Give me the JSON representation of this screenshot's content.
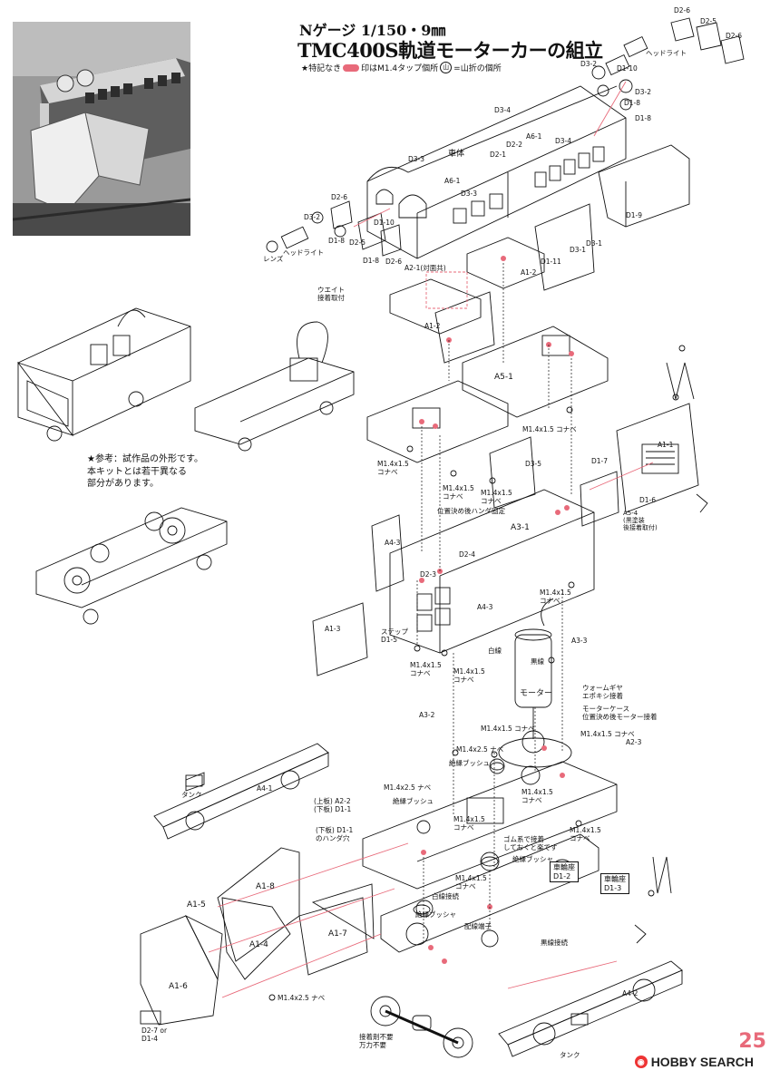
{
  "header": {
    "gauge": "Nゲージ 1/150・9㎜",
    "title": "TMC400S軌道モーターカーの組立",
    "note_prefix": "★特記なき",
    "note_mid": "印はM1.4タップ個所",
    "fold_symbol": "山",
    "note_suffix": "=山折の個所"
  },
  "reference_note": "★参考：試作品の外形です。\n本キットとは若干異なる\n部分があります。",
  "labels": {
    "d2_6_a": "D2-6",
    "d2_5_a": "D2-5",
    "d2_6_b": "D2-6",
    "headlight_r": "ヘッドライト",
    "d3_2_a": "D3-2",
    "d1_10_a": "D1-10",
    "d3_2_b": "D3-2",
    "d1_8_a": "D1-8",
    "d1_8_b": "D1-8",
    "d3_4_a": "D3-4",
    "d3_4_b": "D3-4",
    "body": "車体",
    "d3_3_a": "D3-3",
    "d3_3_b": "D3-3",
    "d2_1": "D2-1",
    "d2_2": "D2-2",
    "a6_1_a": "A6-1",
    "a6_1_b": "A6-1",
    "d1_9": "D1-9",
    "d3_1_a": "D3-1",
    "d3_1_b": "D3-1",
    "d2_6_c": "D2-6",
    "d3_2_c": "D3-2",
    "d1_10_b": "D1-10",
    "d1_8_c": "D1-8",
    "d2_5_b": "D2-5",
    "d1_8_d": "D1-8",
    "d2_6_d": "D2-6",
    "headlight_l": "ヘッドライト",
    "lens": "レンズ",
    "a2_1": "A2-1(対面共)",
    "d1_11": "D1-11",
    "a1_2_a": "A1-2",
    "a1_2_b": "A1-2",
    "weight": "ウエイト\n接着取付",
    "a5_1": "A5-1",
    "m14_koname_a": "M1.4x1.5 コナベ",
    "m14_koname_b": "M1.4x1.5\nコナベ",
    "m14_koname_c": "M1.4x1.5\nコナベ",
    "m14_koname_d": "M1.4x1.5\nコナベ",
    "solder_fix": "位置決め後ハンダ固定",
    "d3_5": "D3-5",
    "a1_1": "A1-1",
    "d1_7": "D1-7",
    "d1_6": "D1-6",
    "a5_4": "A5-4\n(黒塗装\n後接着取付)",
    "a4_3_a": "A4-3",
    "a4_3_b": "A4-3",
    "d2_3": "D2-3",
    "d2_4": "D2-4",
    "a3_1": "A3-1",
    "m14_koname_e": "M1.4x1.5\nコナベ",
    "a1_3": "A1-3",
    "step": "ステップ\nD1-5",
    "white_wire": "白線",
    "black_wire": "黒線",
    "a3_3": "A3-3",
    "m14_koname_f": "M1.4x1.5\nコナベ",
    "m14_koname_g": "M1.4x1.5\nコナベ",
    "motor": "モーター",
    "worm_gear": "ウォームギヤ\nエポキシ接着",
    "motor_case": "モーターケース\n位置決め後モーター接着",
    "a3_2": "A3-2",
    "m14_koname_h": "M1.4x1.5 コナベ",
    "m14_koname_i": "M1.4x1.5 コナベ",
    "a2_3": "A2-3",
    "m14_nabe_a": "M1.4x2.5 ナベ",
    "insul_bush_a": "絶縁ブッシュ",
    "m14_koname_j": "M1.4x1.5\nコナベ",
    "m14_nabe_b": "M1.4x2.5 ナベ",
    "insul_bush_b": "絶縁ブッシュ",
    "upper_lower": "(上板) A2-2\n(下板) D1-1",
    "m14_koname_k": "M1.4x1.5\nコナベ",
    "m14_koname_l": "M1.4x1.5\nコナベ",
    "lower_plate": "(下板) D1-1\nのハンダ穴",
    "rubber_note": "ゴム系で接着\nしておくと楽です",
    "insul_bush_c": "絶縁ブッシャ",
    "wheel_base_a": "車輪座\nD1-2",
    "wheel_base_b": "車輪座\nD1-3",
    "m14_koname_m": "M1.4x1.5\nコナベ",
    "white_connect": "白線接続",
    "insul_bush_d": "絶縁ブッシャ",
    "wiring_terminal": "配線端子",
    "black_connect": "黒線接続",
    "tank_a": "タンク",
    "a4_1": "A4-1",
    "a1_8": "A1-8",
    "a1_5": "A1-5",
    "a1_4": "A1-4",
    "a1_7": "A1-7",
    "a1_6": "A1-6",
    "m14_nabe_c": "M1.4x2.5 ナベ",
    "d2_7": "D2-7 or\nD1-4",
    "a4_2": "A4-2",
    "tank_b": "タンク",
    "adhesive_no": "接着剤不要\n万力不要"
  },
  "watermark": {
    "brand": "HOBBY SEARCH",
    "icon": "camera-icon"
  },
  "page_number": "25",
  "colors": {
    "tap_marker": "#e86a7a",
    "arrow": "#e86a7a",
    "line": "#111111"
  }
}
